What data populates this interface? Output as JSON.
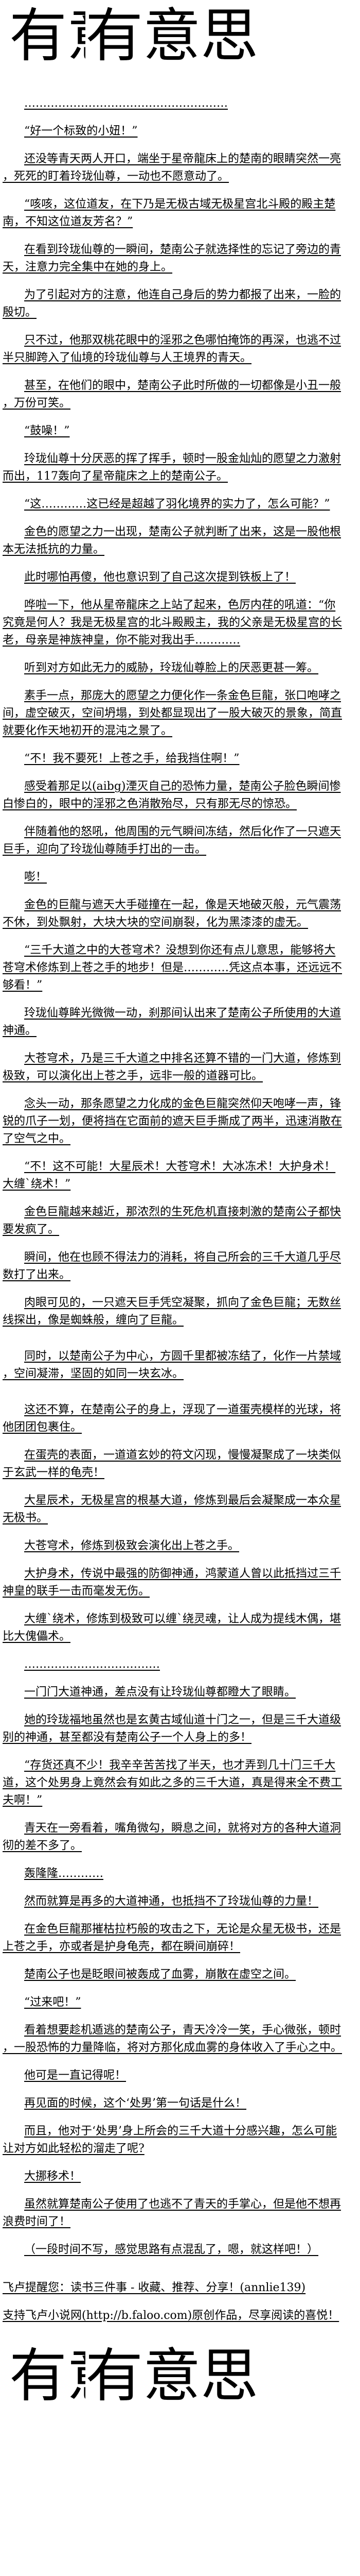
{
  "logo": {
    "partial": "有意",
    "full": "有意思"
  },
  "paragraphs": [
    "………………………………………………",
    "“好一个标致的小妞！”",
    "还没等青天两人开口，端坐于星帝龍床上的楚南的眼睛突然一亮，死死的盯着玲珑仙尊，一动也不愿意动了。",
    "“咳咳，这位道友，在下乃是无极古域无极星宫北斗殿的殿主楚南，不知这位道友芳名？”",
    "在看到玲珑仙尊的一瞬间，楚南公子就选择性的忘记了旁边的青天，注意力完全集中在她的身上。",
    "为了引起对方的注意，他连自己身后的势力都报了出来，一脸的殷切。",
    "只不过，他那双桃花眼中的淫邪之色哪怕掩饰的再深，也逃不过半只脚跨入了仙境的玲珑仙尊与人王境界的青天。",
    "甚至，在他们的眼中，楚南公子此时所做的一切都像是小丑一般，万份可笑。",
    "“鼓噪！”",
    "玲珑仙尊十分厌恶的挥了挥手，顿时一股金灿灿的愿望之力激射而出，117轰向了星帝龍床之上的楚南公子。",
    "“这…………这已经是超越了羽化境界的实力了，怎么可能？”",
    "金色的愿望之力一出现，楚南公子就判断了出来，这是一股他根本无法抵抗的力量。",
    "此时哪怕再傻，他也意识到了自己这次提到铁板上了！",
    "哗啦一下，他从星帝龍床之上站了起来，色厉内荏的吼道：“你究竟是何人？我是无极星宫的北斗殿殿主，我的父亲是无极星宫的长老，母亲是神族神皇，你不能对我出手…………",
    "听到对方如此无力的威胁，玲珑仙尊脸上的厌恶更甚一筹。",
    "素手一点，那庞大的愿望之力便化作一条金色巨龍，张口咆哮之间，虚空破灭，空间坍塌，到处都显现出了一股大破灭的景象，简直就要化作天地初开的混沌之景了。",
    "“不！我不要死！上苍之手，给我挡住啊！”",
    "感受着那足以(aibg)湮灭自己的恐怖力量，楚南公子脸色瞬间惨白惨白的，眼中的淫邪之色消散殆尽，只有那无尽的惊恐。",
    "伴随着他的怒吼，他周围的元气瞬间冻结，然后化作了一只遮天巨手，迎向了玲珑仙尊随手打出的一击。",
    "嘭！",
    "金色的巨龍与遮天大手碰撞在一起，像是天地破灭般，元气震荡不休，到处飘射，大块大块的空间崩裂，化为黑漆漆的虚无。",
    "“三千大道之中的大苍穹术？没想到你还有点儿意思，能够将大苍穹术修炼到上苍之手的地步！但是…………凭这点本事，还远远不够看！”",
    "玲珑仙尊眸光微微一动，刹那间认出来了楚南公子所使用的大道神通。",
    "大苍穹术，乃是三千大道之中排名还算不错的一门大道，修炼到极致，可以演化出上苍之手，远非一般的道器可比。",
    "念头一动，那条愿望之力化成的金色巨龍突然仰天咆哮一声，锋锐的爪子一划，便将挡在它面前的遮天巨手撕成了两半，迅速消散在了空气之中。",
    "“不！这不可能！大星辰术！大苍穹术！大冰冻术！大护身术！大缠`绕术！”",
    "金色巨龍越来越近，那浓烈的生死危机直接刺激的楚南公子都快要发疯了。",
    "瞬间，他在也顾不得法力的消耗，将自己所会的三千大道几乎尽数打了出来。",
    "肉眼可见的，一只遮天巨手凭空凝聚，抓向了金色巨龍；无数丝线探出，像是蜘蛛般，缠向了巨龍。",
    "同时，以楚南公子为中心，方圆千里都被冻结了，化作一片禁域，空间凝滞，坚固的如同一块玄冰。",
    "这还不算，在楚南公子的身上，浮现了一道蛋壳模样的光球，将他团团包裹住。",
    "在蛋壳的表面，一道道玄妙的符文闪现，慢慢凝聚成了一块类似于玄武一样的龟壳！",
    "大星辰术，无极星宫的根基大道，修炼到最后会凝聚成一本众星无极书。",
    "大苍穹术，修炼到极致会演化出上苍之手。",
    "大护身术，传说中最强的防御神通，鸿蒙道人曾以此抵挡过三千神皇的联手一击而毫发无伤。",
    "大缠`绕术，修炼到极致可以缠`绕灵魂，让人成为提线木偶，堪比大傀儡术。",
    "………………………………",
    "一门门大道神通，差点没有让玲珑仙尊都瞪大了眼睛。",
    "她的玲珑福地虽然也是玄黄古域仙道十门之一，但是三千大道级别的神通，甚至都没有楚南公子一个人身上的多！",
    "“存货还真不少！我辛辛苦苦找了半天，也才弄到几十门三千大道，这个处男身上竟然会有如此之多的三千大道，真是得来全不费工夫啊！”",
    "青天在一旁看着，嘴角微勾，瞬息之间，就将对方的各种大道洞彻的差不多了。",
    "轰隆隆…………",
    "然而就算是再多的大道神通，也抵挡不了玲珑仙尊的力量！",
    "在金色巨龍那摧枯拉朽般的攻击之下，无论是众星无极书，还是上苍之手，亦或者是护身龟壳，都在瞬间崩碎！",
    "楚南公子也是眨眼间被轰成了血雾，崩散在虚空之间。",
    "“过来吧！”",
    "看着想要趁机遁逃的楚南公子，青天冷冷一笑，手心微张，顿时，一股恐怖的力量降临，将对方那化成血雾的身体收入了手心之中。",
    "他可是一直记得呢！",
    "再见面的时候，这个‘处男’第一句话是什么！",
    "而且，他对于‘处男’身上所会的三千大道十分感兴趣，怎么可能让对方如此轻松的溜走了呢?",
    "大挪移术！",
    "虽然就算楚南公子使用了也逃不了青天的手掌心，但是他不想再浪费时间了！",
    "（一段时间不写，感觉思路有点混乱了，嗯，就这样吧！）"
  ],
  "footer": {
    "reminder": "飞卢提醒您：读书三件事 - 收藏、推荐、分享！(annlie139)",
    "support": "支持飞卢小说网(http://b.faloo.com)原创作品，尽享阅读的喜悦！"
  }
}
